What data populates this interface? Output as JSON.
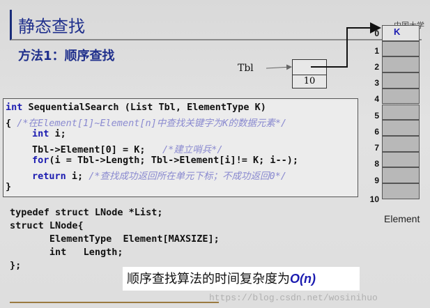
{
  "slide": {
    "title": "静态查找",
    "subtitle": "方法1：顺序查找",
    "logo_text": "中国大学"
  },
  "code": {
    "line1_kw": "int",
    "line1_rest": " SequentialSearch (List Tbl, ElementType K)",
    "line2_brace": "{",
    "line2_comment": " /*在Element[1]~Element[n]中查找关键字为K的数据元素*/",
    "line3_kw": "int",
    "line3_rest": " i;",
    "line4_code": "Tbl->Element[0] = K;",
    "line4_comment": "   /*建立哨兵*/",
    "line5_kw": "for",
    "line5_rest": "(i = Tbl->Length; Tbl->Element[i]!= K; i--);",
    "line6_kw": "return",
    "line6_rest": " i;",
    "line6_comment": " /*查找成功返回所在单元下标；不成功返回0*/",
    "line7_brace": "}"
  },
  "typedef_code": {
    "line1": "typedef struct LNode *List;",
    "line2": "struct LNode{",
    "line3": "       ElementType  Element[MAXSIZE];",
    "line4": "       int   Length;",
    "line5": "};"
  },
  "diagram": {
    "tbl_label": "Tbl",
    "tbl_value": "10",
    "k_label": "K",
    "element_label": "Element",
    "indices": [
      "0",
      "1",
      "2",
      "3",
      "4",
      "5",
      "6",
      "7",
      "8",
      "9",
      "10"
    ]
  },
  "callout": {
    "prefix": "顺序查找算法的时间复杂度为",
    "big_o": "O(",
    "n": "n",
    "close": ")"
  },
  "watermark": "https://blog.csdn.net/wosinihuo"
}
